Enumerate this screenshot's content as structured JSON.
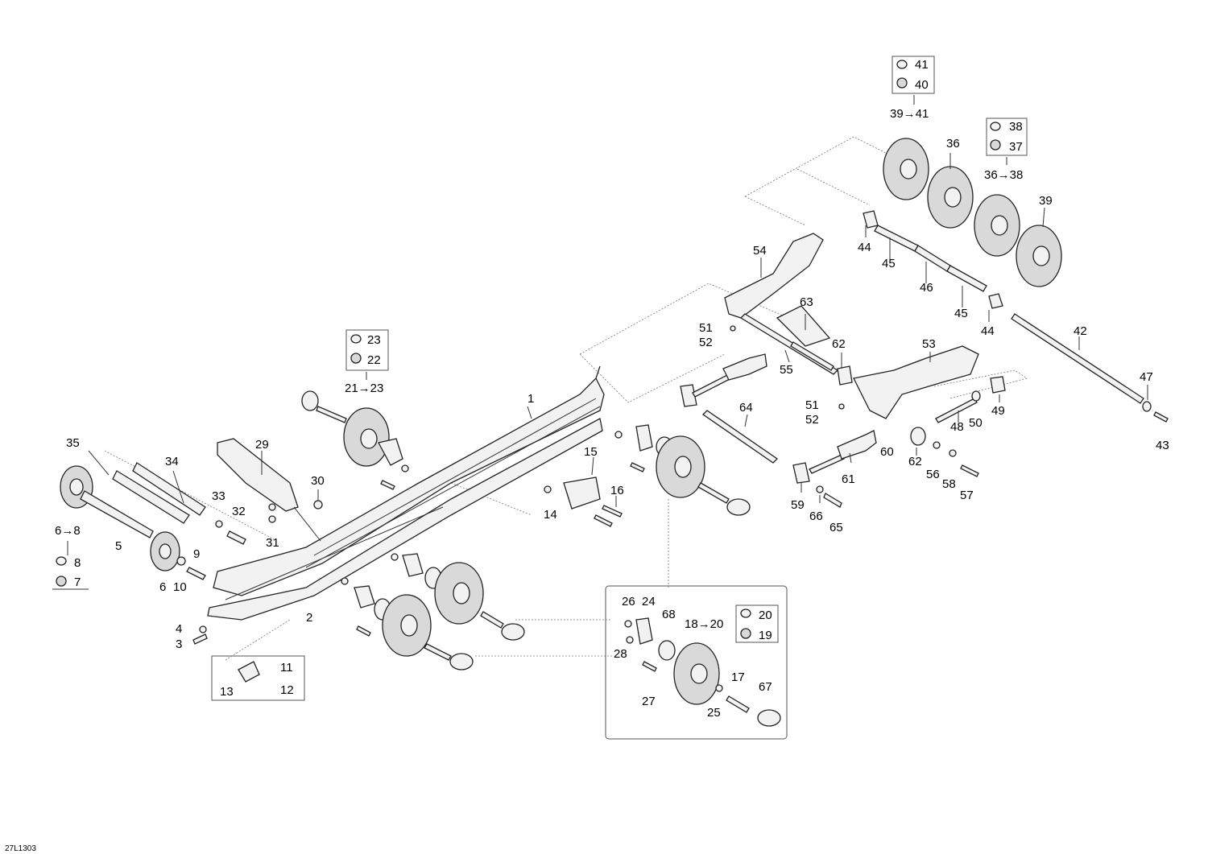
{
  "figure_code": "27L1303",
  "labels": [
    "1",
    "2",
    "3",
    "4",
    "5",
    "6→8",
    "6",
    "7",
    "8",
    "9",
    "10",
    "11",
    "12",
    "13",
    "14",
    "15",
    "16",
    "17",
    "18→20",
    "19",
    "20",
    "21→23",
    "22",
    "23",
    "24",
    "25",
    "26",
    "27",
    "28",
    "29",
    "30",
    "31",
    "32",
    "33",
    "34",
    "35",
    "36",
    "36→38",
    "37",
    "38",
    "39",
    "39→41",
    "40",
    "41",
    "42",
    "43",
    "44",
    "44",
    "45",
    "45",
    "46",
    "47",
    "48",
    "49",
    "50",
    "51",
    "51",
    "52",
    "52",
    "53",
    "54",
    "55",
    "56",
    "57",
    "58",
    "59",
    "60",
    "61",
    "62",
    "62",
    "63",
    "64",
    "65",
    "66",
    "67",
    "68"
  ],
  "colors": {
    "line": "#222222",
    "fill": "#f2f2f2",
    "dash": "#777777"
  }
}
